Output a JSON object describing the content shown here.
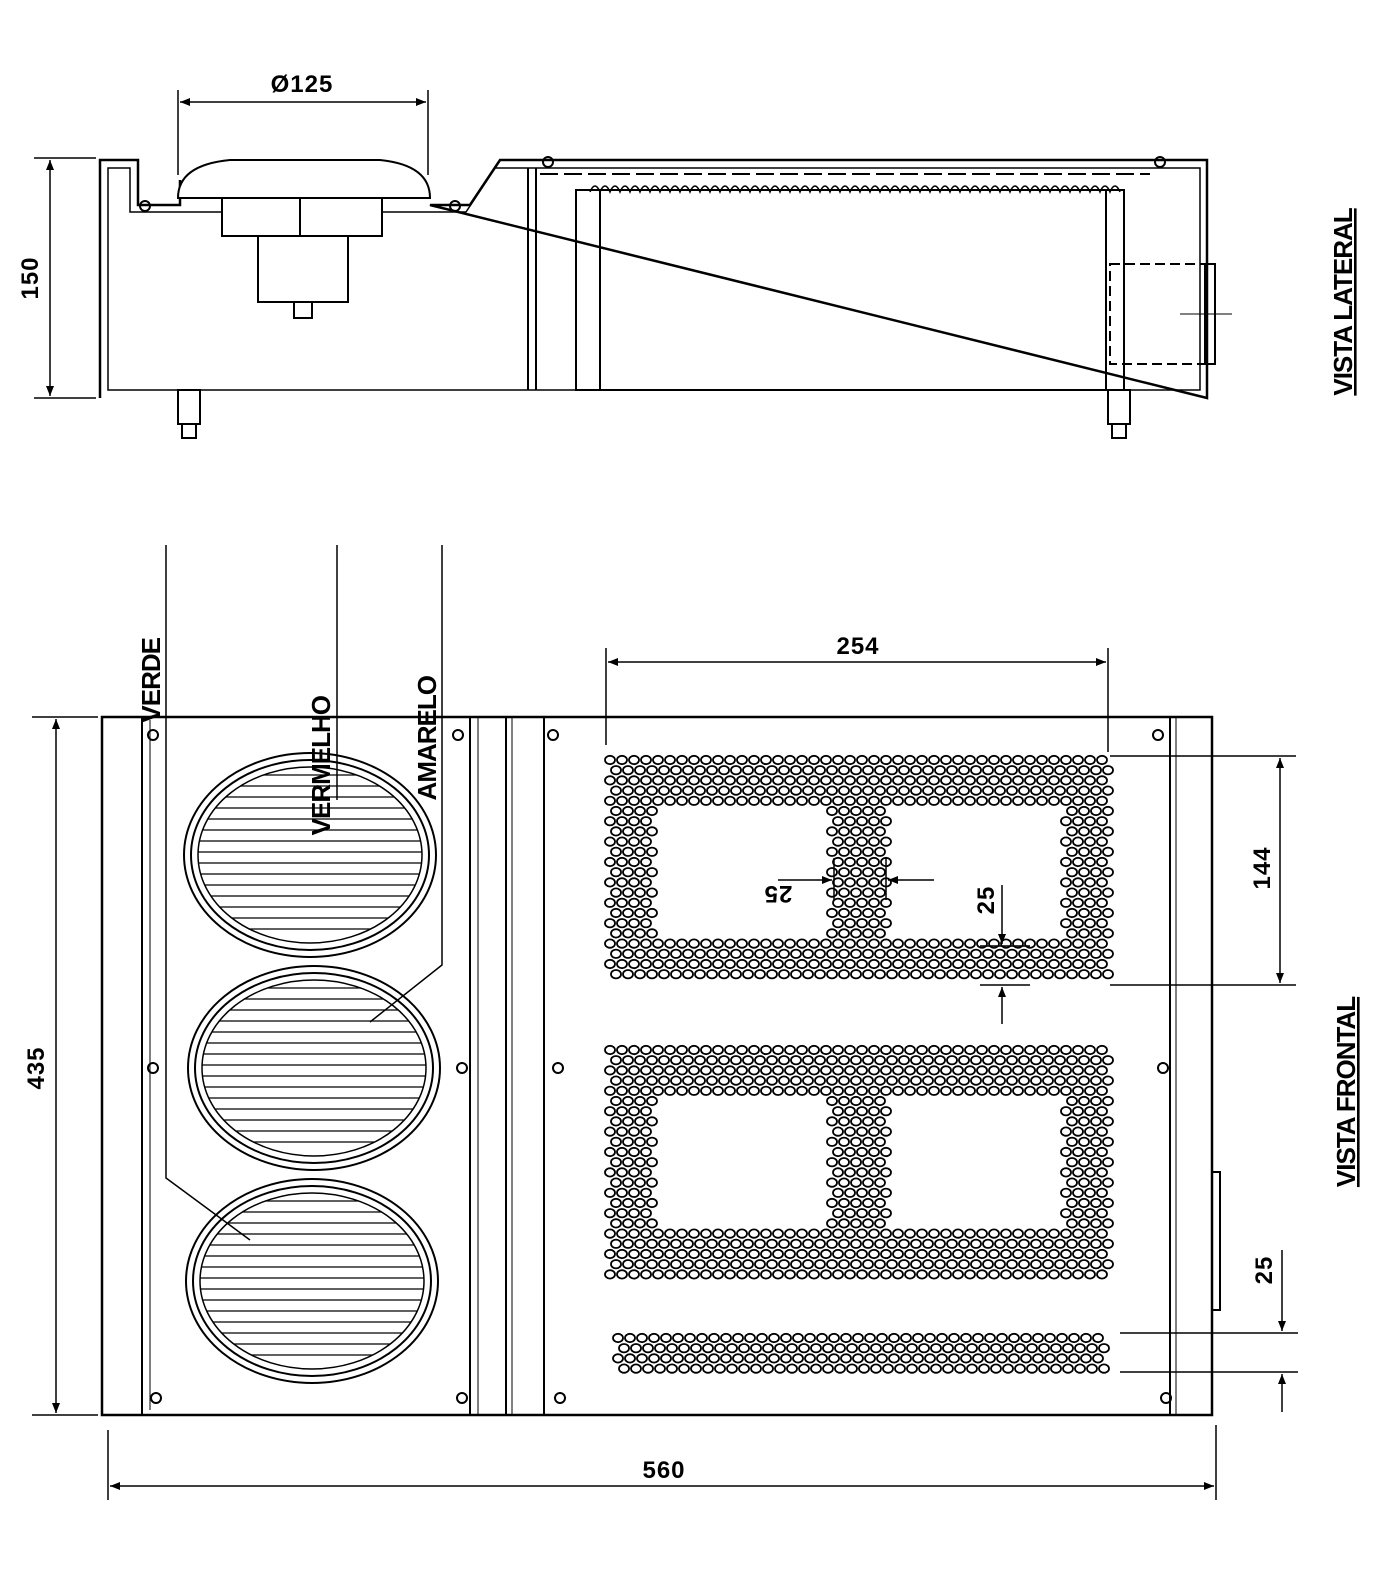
{
  "dimensions": {
    "lateral_diameter": "Ø125",
    "lateral_height": "150",
    "frontal_height": "435",
    "frontal_width": "560",
    "grille_width": "254",
    "grille_height": "144",
    "spacing_horizontal": "25",
    "spacing_vertical": "25",
    "bottom_strip": "25"
  },
  "labels": {
    "verde": "VERDE",
    "vermelho": "VERMELHO",
    "amarelo": "AMARELO"
  },
  "titles": {
    "lateral": "VISTA LATERAL",
    "frontal": "VISTA FRONTAL"
  }
}
